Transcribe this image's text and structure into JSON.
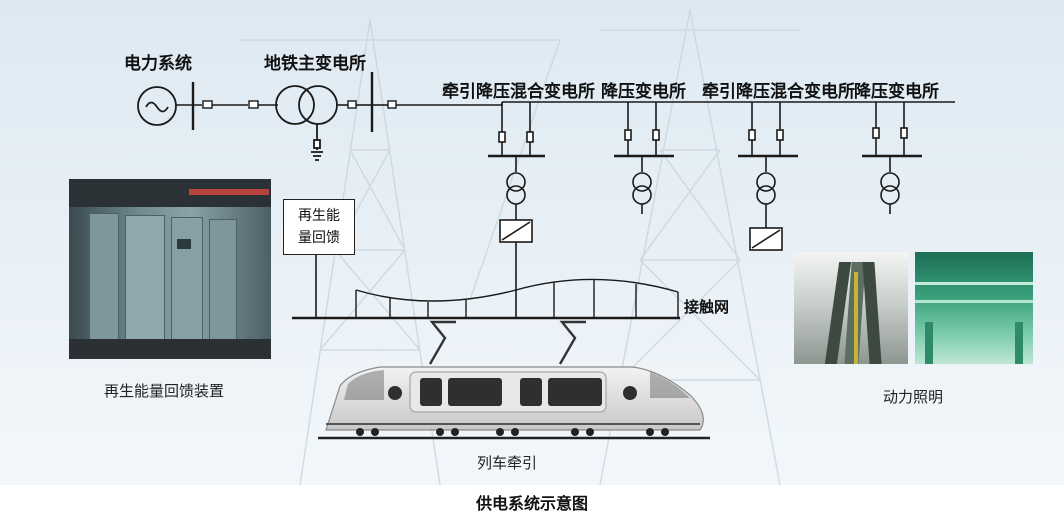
{
  "labels": {
    "power_system": "电力系统",
    "main_substation": "地铁主变电所",
    "traction_substation_1": "牵引降压混合变电所",
    "step_down_substation_1": "降压变电所",
    "traction_substation_2": "牵引降压混合变电所",
    "step_down_substation_2": "降压变电所",
    "regen_feedback_line1": "再生能",
    "regen_feedback_line2": "量回馈",
    "catenary": "接触网",
    "regen_device": "再生能量回馈装置",
    "power_lighting": "动力照明",
    "train_traction": "列车牵引",
    "caption": "供电系统示意图"
  },
  "colors": {
    "background_top": "#e4eef5",
    "background_bottom": "#f4f8fb",
    "line": "#1a1a1a",
    "train_body": "#dcdcdc",
    "train_window": "#2f2f2f",
    "cabinet": "#6b8288",
    "escalator_hall": "#2f8a6a"
  }
}
